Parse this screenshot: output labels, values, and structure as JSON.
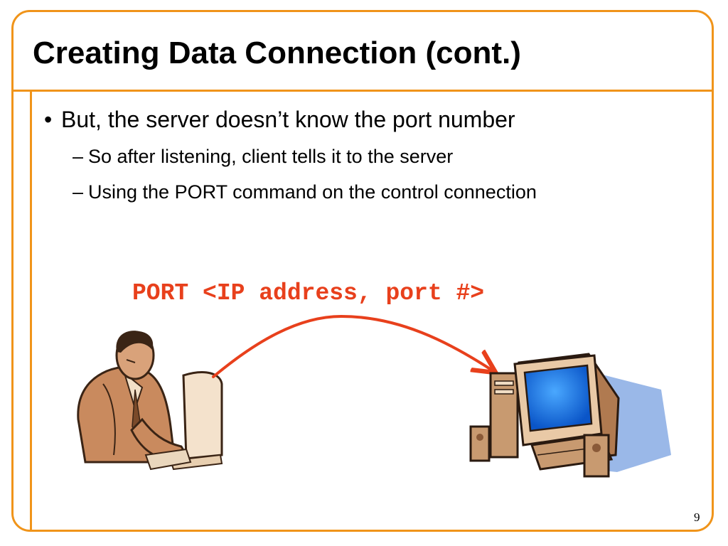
{
  "slide": {
    "title": "Creating Data Connection (cont.)",
    "bullet": "But, the server doesn’t know the port number",
    "bullet_marker": "•",
    "sub_marker": "–",
    "subbullets": [
      "So after listening, client tells it to the server",
      "Using the PORT command on the control connection"
    ],
    "command": "PORT <IP address, port #>",
    "page_number": "9"
  },
  "theme": {
    "accent": "#f0941a",
    "command_color": "#e8401c",
    "arrow_color": "#e8401c"
  },
  "illustrations": {
    "client": "person-at-computer-icon",
    "server": "desktop-computer-icon"
  }
}
